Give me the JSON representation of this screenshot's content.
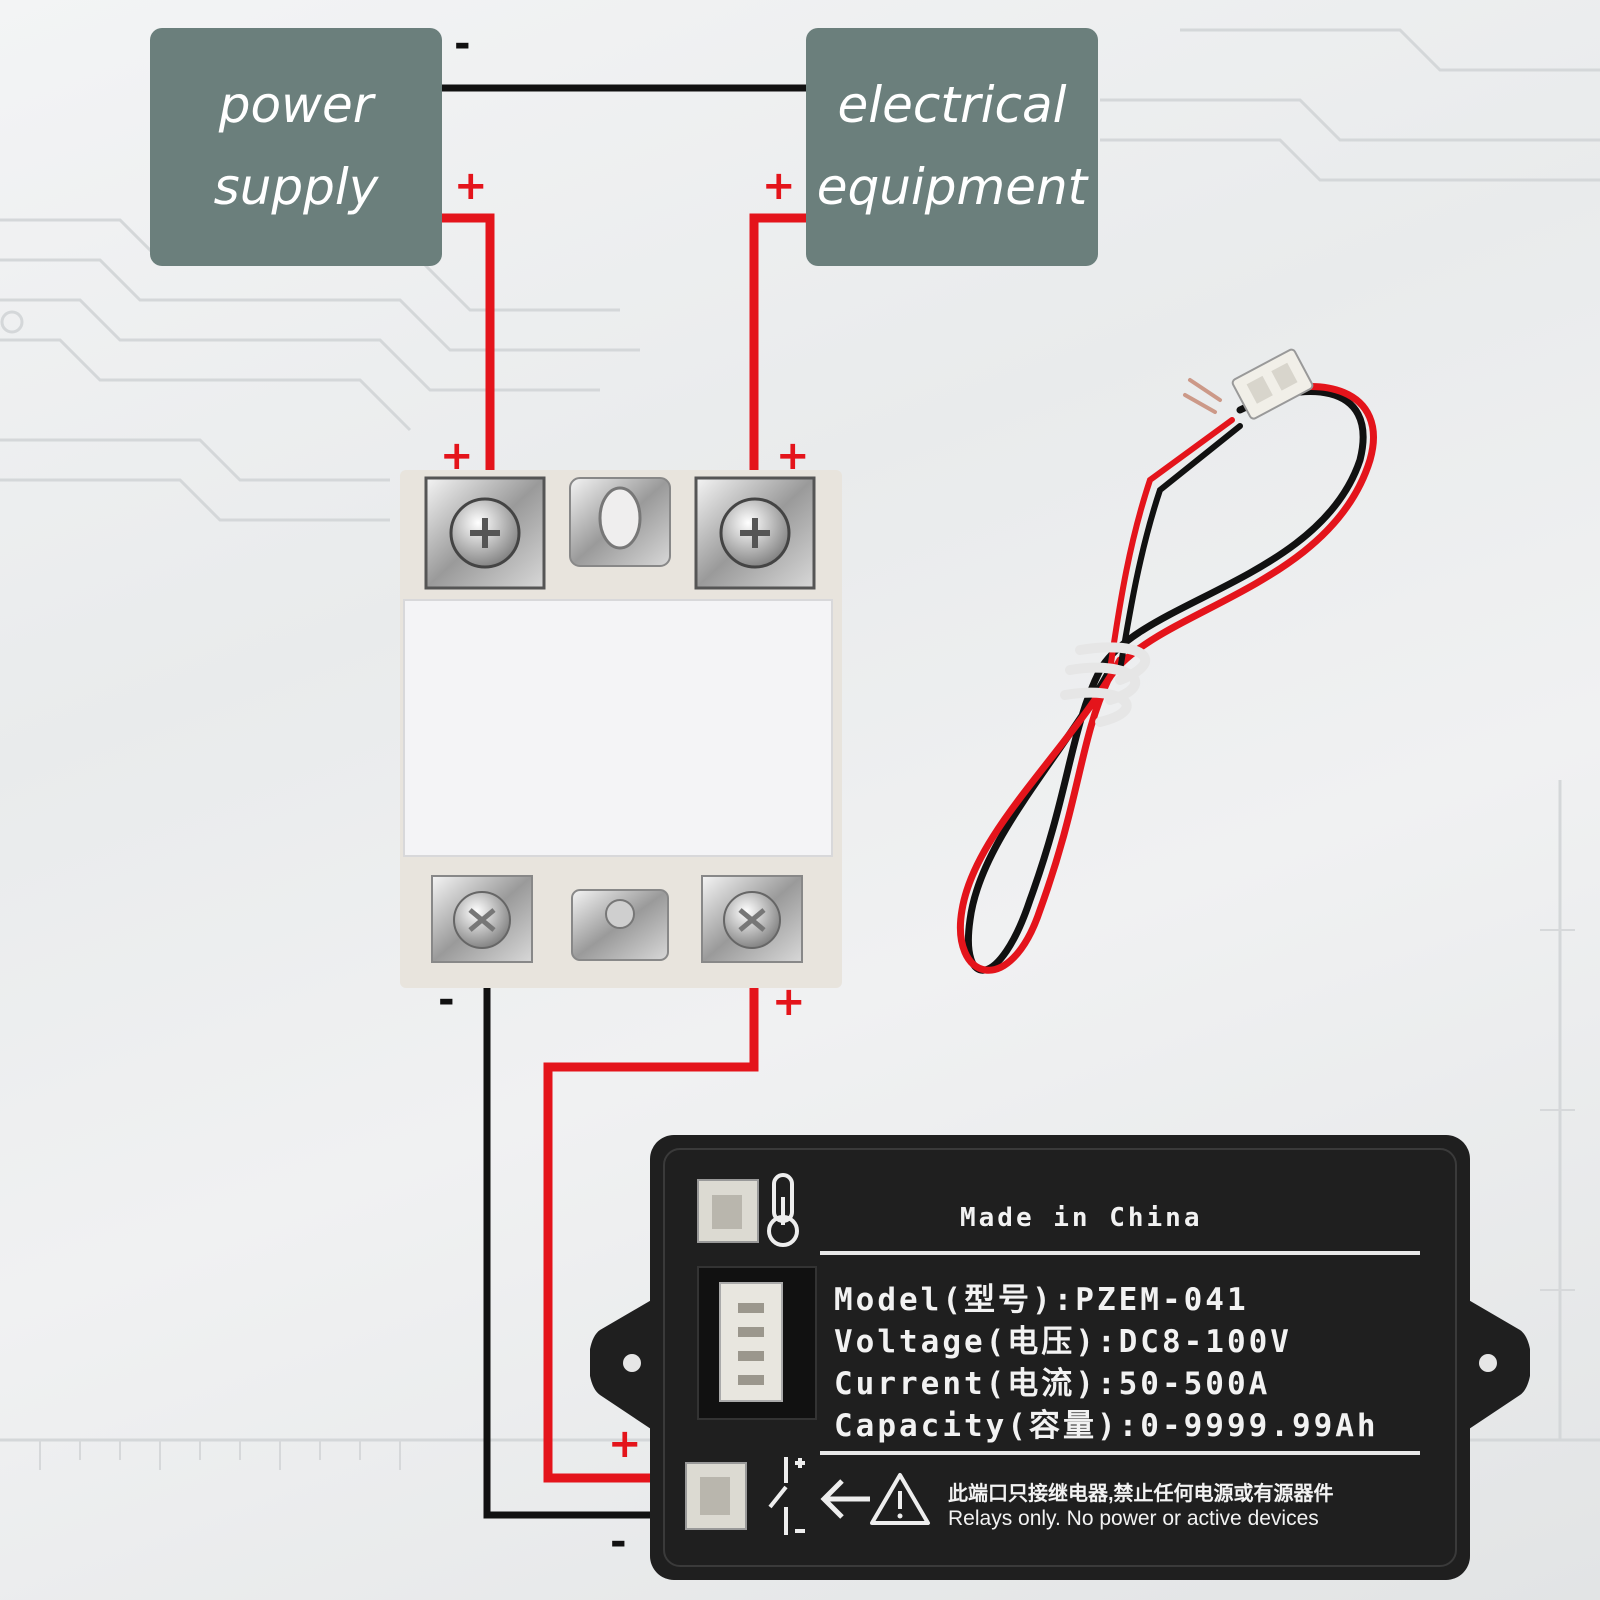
{
  "boxes": {
    "power_supply": [
      "power",
      "supply"
    ],
    "electrical_equipment": [
      "electrical",
      "equipment"
    ]
  },
  "signs": {
    "minus": "-",
    "plus": "+"
  },
  "meter": {
    "made_in": "Made  in  China",
    "specs": {
      "model": "Model(型号):PZEM-041",
      "voltage": "Voltage(电压):DC8-100V",
      "current": "Current(电流):50-500A",
      "capacity": "Capacity(容量):0-9999.99Ah"
    },
    "warning_cn": "此端口只接继电器,禁止任何电源或有源器件",
    "warning_en": "Relays only. No power or active devices"
  },
  "colors": {
    "box_fill": "#6b7f7c",
    "positive_wire": "#e4141b",
    "negative_wire": "#111111",
    "meter_body": "#1f1f1f"
  },
  "icons": [
    "thermometer-icon",
    "switch-icon",
    "warning-triangle-icon",
    "arrow-left-icon"
  ]
}
